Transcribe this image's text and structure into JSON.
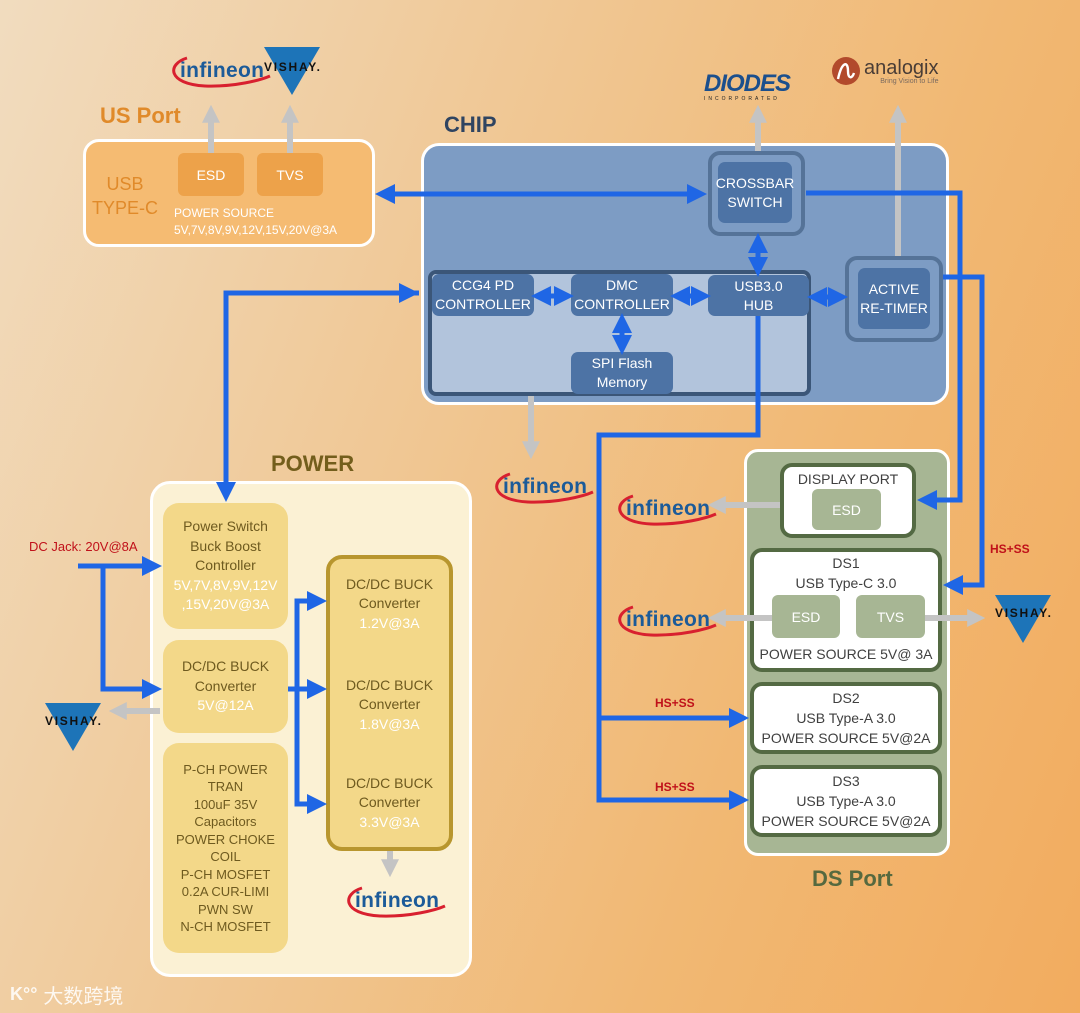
{
  "colors": {
    "signal_wire": "#1f66e5",
    "vendor_arrow": "#c4c4c4",
    "us_port": "#eda24a",
    "chip": "#4d73a5",
    "power": "#f3d889",
    "ds_port": "#a7b694",
    "label_red": "#c0111a"
  },
  "vendors": {
    "infineon": "infineon",
    "vishay": "VISHAY.",
    "diodes": "DIODES",
    "diodes_sub": "INCORPORATED",
    "analogix": "analogix",
    "analogix_tagline": "Bring Vision to Life"
  },
  "us_port": {
    "title": "US Port",
    "name_line1": "USB",
    "name_line2": "TYPE-C",
    "esd": "ESD",
    "tvs": "TVS",
    "power_line1": "POWER SOURCE",
    "power_line2": "5V,7V,8V,9V,12V,15V,20V@3A"
  },
  "chip": {
    "title": "CHIP",
    "crossbar": [
      "CROSSBAR",
      "SWITCH"
    ],
    "ccg4": [
      "CCG4 PD",
      "CONTROLLER"
    ],
    "dmc": [
      "DMC",
      "CONTROLLER"
    ],
    "hub": [
      "USB3.0",
      "HUB"
    ],
    "spi": [
      "SPI Flash",
      "Memory"
    ],
    "retimer": [
      "ACTIVE",
      "RE-TIMER"
    ]
  },
  "power": {
    "title": "POWER",
    "dc_jack": "DC Jack: 20V@8A",
    "switch": [
      "Power Switch",
      "Buck Boost",
      "Controller"
    ],
    "switch_values": [
      "5V,7V,8V,9V,12V",
      ",15V,20V@3A"
    ],
    "buck_main": [
      "DC/DC BUCK",
      "Converter"
    ],
    "buck_main_value": "5V@12A",
    "components": [
      "P-CH POWER",
      "TRAN",
      "100uF 35V",
      "Capacitors",
      "POWER CHOKE",
      "COIL",
      "P-CH MOSFET",
      "0.2A CUR-LIMI",
      "PWN SW",
      "N-CH MOSFET"
    ],
    "bucks": [
      {
        "title": "DC/DC BUCK",
        "sub": "Converter",
        "value": "1.2V@3A"
      },
      {
        "title": "DC/DC BUCK",
        "sub": "Converter",
        "value": "1.8V@3A"
      },
      {
        "title": "DC/DC BUCK",
        "sub": "Converter",
        "value": "3.3V@3A"
      }
    ]
  },
  "ds_port": {
    "title": "DS Port",
    "display_port": "DISPLAY PORT",
    "esd": "ESD",
    "tvs": "TVS",
    "ds1": {
      "name": "DS1",
      "type": "USB Type-C 3.0",
      "power": "POWER SOURCE 5V@ 3A"
    },
    "ds2": {
      "name": "DS2",
      "type": "USB Type-A 3.0",
      "power": "POWER SOURCE 5V@2A"
    },
    "ds3": {
      "name": "DS3",
      "type": "USB Type-A 3.0",
      "power": "POWER SOURCE 5V@2A"
    },
    "link_label": "HS+SS"
  },
  "watermark": "大数跨境"
}
